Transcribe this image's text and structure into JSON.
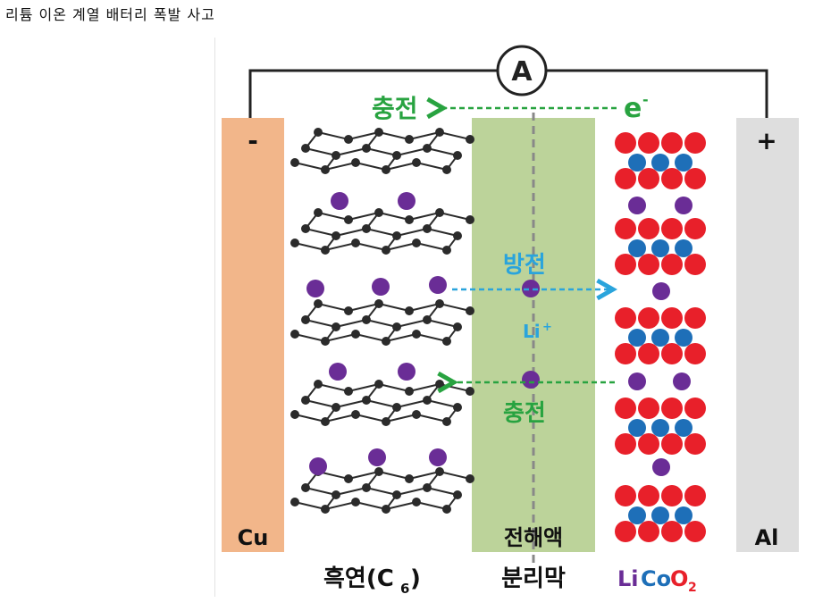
{
  "page": {
    "title": "리튬 이온 계열 배터리 폭발 사고"
  },
  "diagram": {
    "ammeter": "A",
    "electron": "e",
    "electron_sup": "-",
    "charge_top": "충전",
    "negative_sign": "-",
    "positive_sign": "+",
    "discharge": "방전",
    "lithium_ion": "Li",
    "lithium_ion_sup": "+",
    "charge_bottom": "충전",
    "anode_metal": "Cu",
    "electrolyte": "전해액",
    "cathode_metal": "Al",
    "graphite_label": "흑연(C",
    "graphite_sub": "6",
    "graphite_close": ")",
    "separator": "분리막",
    "licoo_li": "Li",
    "licoo_co": "Co",
    "licoo_o": "O",
    "licoo_sub": "2",
    "colors": {
      "copper": "#f2b68a",
      "aluminum": "#dedede",
      "electrolyte": "#bcd39a",
      "lithium": "#6a2d96",
      "oxygen": "#e8202a",
      "cobalt": "#1e6fb8",
      "charge_arrow": "#28a340",
      "discharge_arrow": "#2aa4dc",
      "carbon": "#2b2b2b"
    }
  }
}
